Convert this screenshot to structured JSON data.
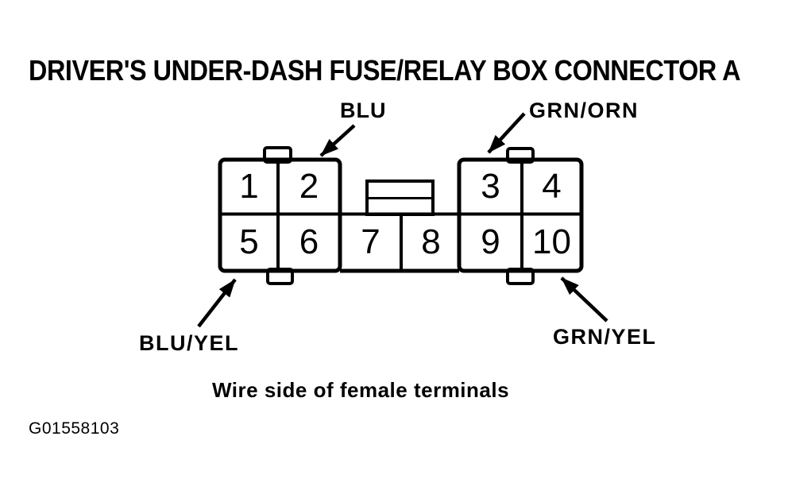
{
  "page": {
    "background_color": "#ffffff",
    "ink_color": "#000000"
  },
  "title": "DRIVER'S UNDER-DASH FUSE/RELAY BOX CONNECTOR A",
  "connector": {
    "pins": [
      "1",
      "2",
      "3",
      "4",
      "5",
      "6",
      "7",
      "8",
      "9",
      "10"
    ],
    "wire_labels": [
      {
        "id": "blu",
        "label": "BLU",
        "points_to": "pin 2 (top)"
      },
      {
        "id": "grn-orn",
        "label": "GRN/ORN",
        "points_to": "pin 3 (top)"
      },
      {
        "id": "blu-yel",
        "label": "BLU/YEL",
        "points_to": "pin 5 (bottom)"
      },
      {
        "id": "grn-yel",
        "label": "GRN/YEL",
        "points_to": "pin 10 (bottom)"
      }
    ]
  },
  "caption": "Wire side of female terminals",
  "figure_id": "G01558103"
}
